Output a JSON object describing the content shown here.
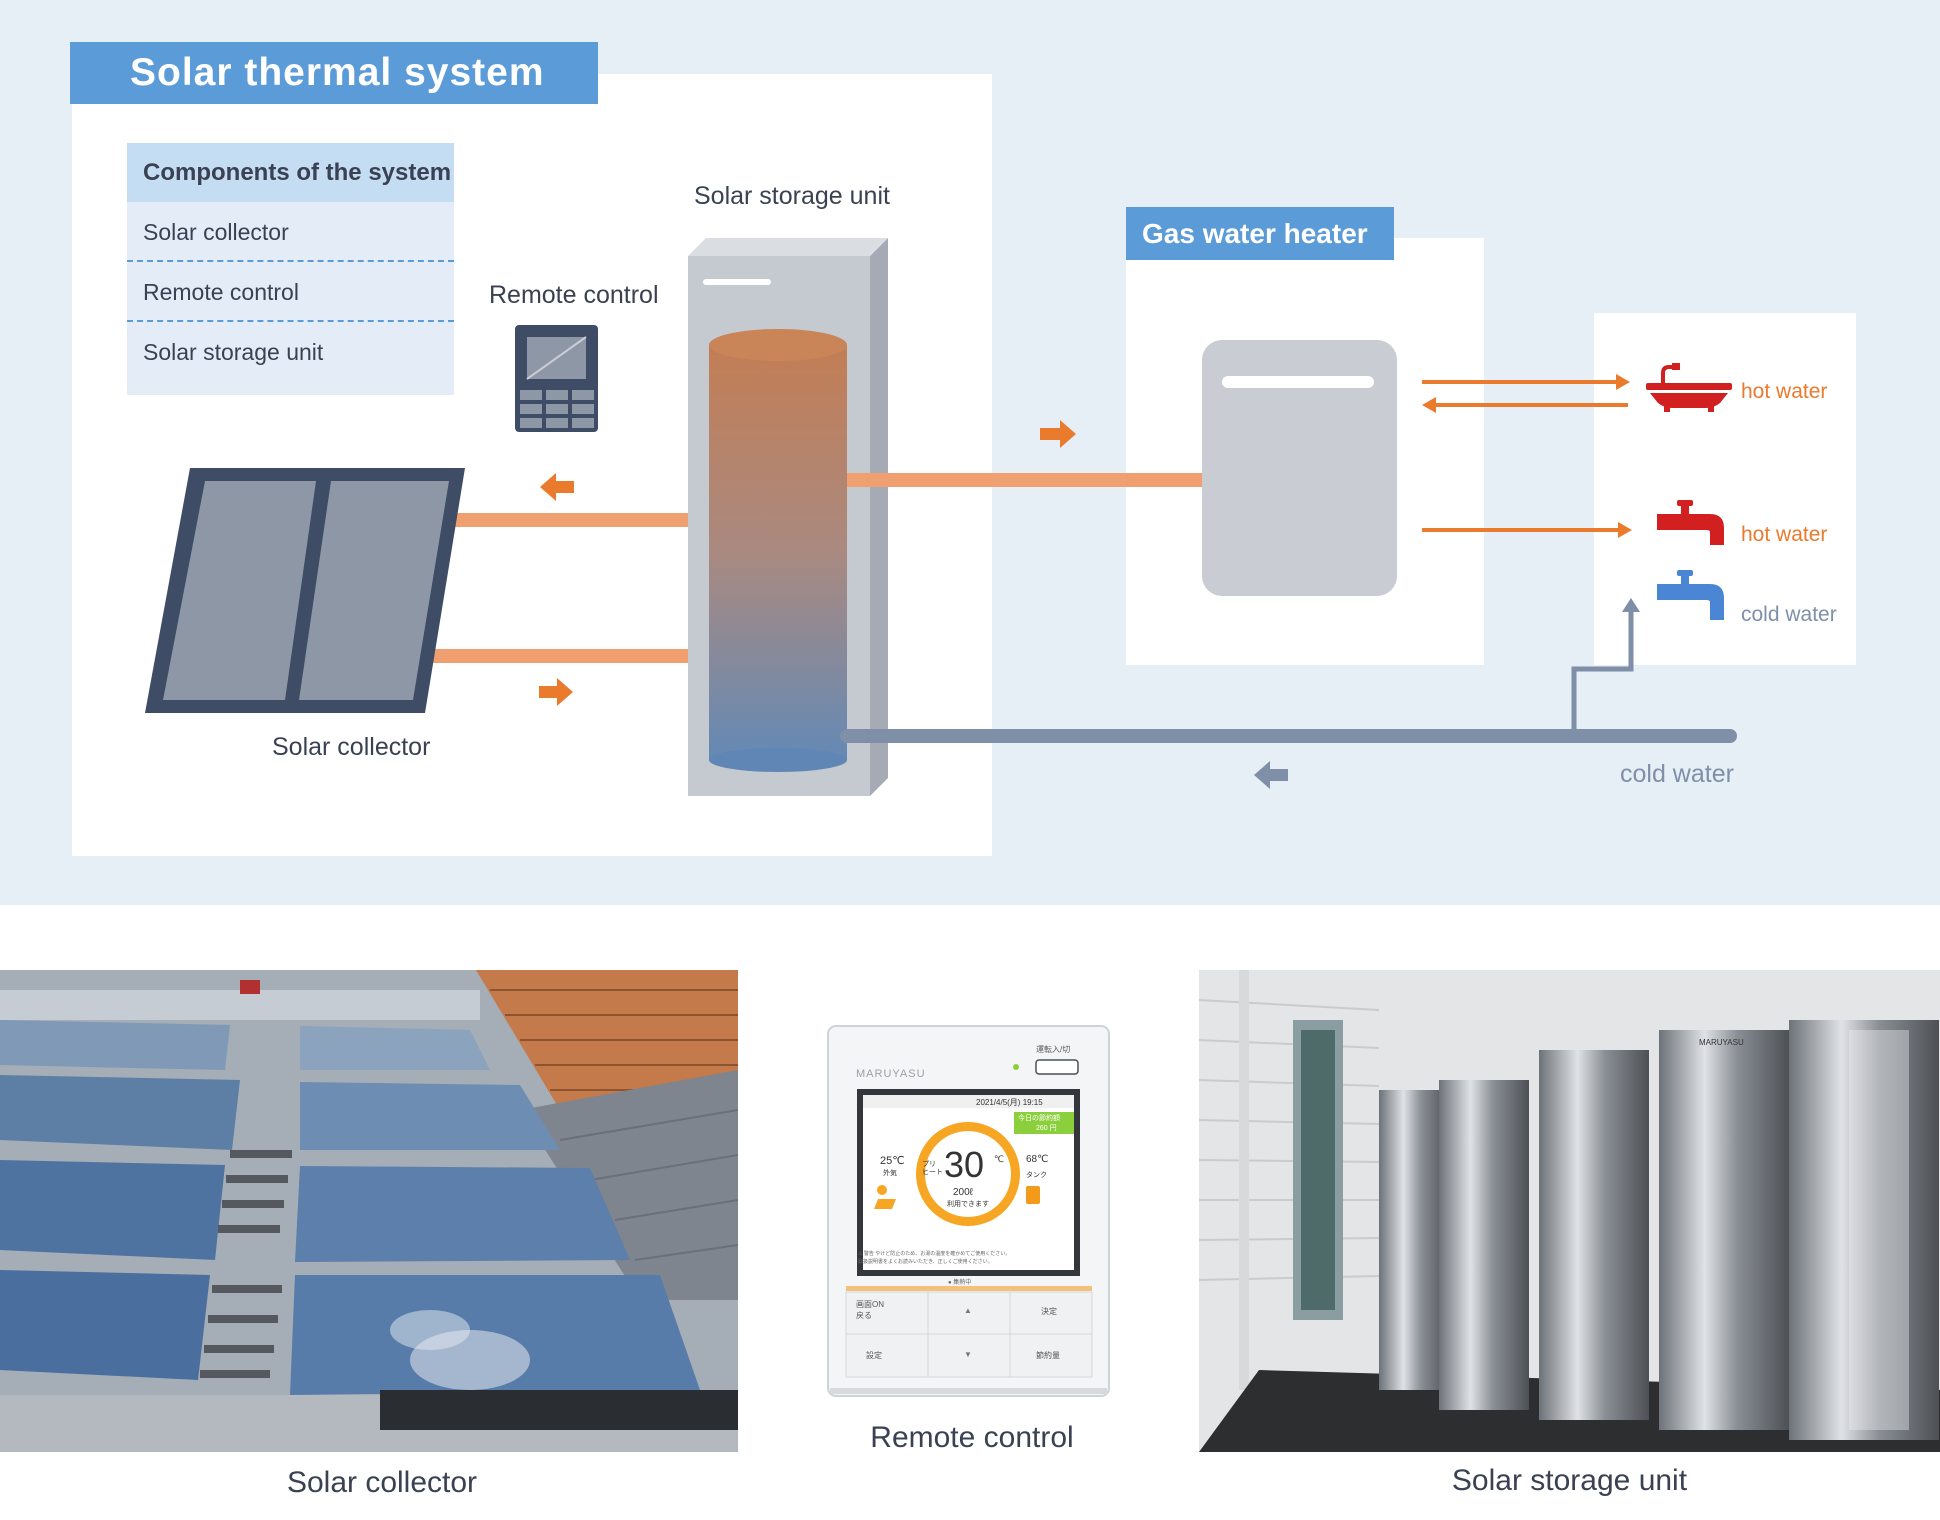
{
  "title": "Solar thermal system",
  "components_box": {
    "header": "Components of the system",
    "items": [
      "Solar collector",
      "Remote control",
      "Solar storage unit"
    ]
  },
  "diagram_labels": {
    "solar_collector": "Solar collector",
    "remote_control": "Remote control",
    "solar_storage_unit": "Solar storage unit",
    "gas_water_heater": "Gas water heater",
    "hot_water_bath": "hot water",
    "hot_water_tap": "hot water",
    "cold_water_tap": "cold water",
    "cold_water_main": "cold water"
  },
  "remote_photo": {
    "brand": "MARUYASU",
    "top_button": "運転入/切",
    "datetime": "2021/4/5(月) 19:15",
    "savings_label": "今日の節約額",
    "savings_value": "260 円",
    "outside_temp": "25℃",
    "outside_label": "外気",
    "preheat_label": "プリ\nヒート",
    "set_temp": "30",
    "set_unit": "℃",
    "volume": "200ℓ",
    "volume_label": "利用できます",
    "tank_temp": "68℃",
    "tank_label": "タンク",
    "warning": "⚠ 警告 やけど防止のため、お湯の温度を確かめてご使用ください。",
    "warning2": "取扱説明書をよくお読みいただき、正しくご使用ください。",
    "status": "● 集熱中",
    "btn_screen": "画面ON\n戻る",
    "btn_up": "▲",
    "btn_ok": "決定",
    "btn_settings": "設定",
    "btn_down": "▼",
    "btn_savings": "節約量"
  },
  "storage_photo": {
    "brand": "MARUYASU"
  },
  "captions": {
    "solar_collector": "Solar collector",
    "remote_control": "Remote control",
    "solar_storage_unit": "Solar storage unit"
  },
  "colors": {
    "accent_blue": "#5b9bd8",
    "hot_orange": "#ea7a2c",
    "pipe_orange": "#f0a070",
    "cold_pipe": "#7f8fa8",
    "tap_red": "#d22020",
    "tap_blue": "#4a86d4"
  }
}
